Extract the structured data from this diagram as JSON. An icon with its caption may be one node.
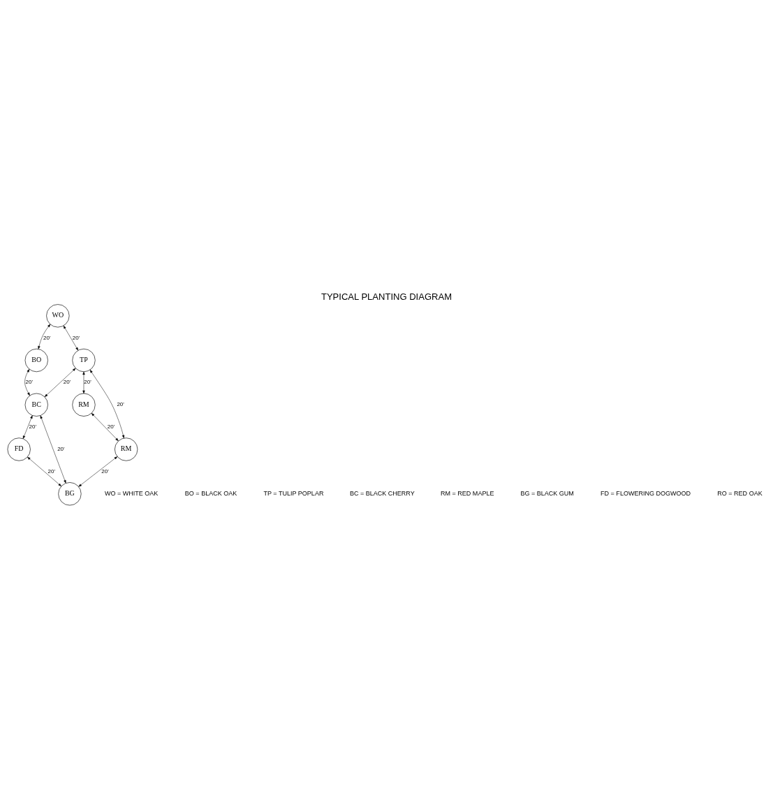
{
  "diagram": {
    "title": "TYPICAL PLANTING DIAGRAM",
    "nodes": [
      {
        "text": [
          "BO"
        ]
      },
      {
        "text": [
          "WO"
        ]
      },
      {
        "text": [
          "BC"
        ]
      },
      {
        "text": [
          "FD"
        ]
      },
      {
        "text": [
          "TP"
        ]
      },
      {
        "text": [
          "BG"
        ]
      },
      {
        "text": [
          "RM"
        ]
      },
      {
        "text": [
          "RM"
        ]
      }
    ],
    "edges": [
      {
        "from": 1,
        "to": 0,
        "arrow": "both",
        "label": "20'"
      },
      {
        "from": 0,
        "to": 2,
        "arrow": "both",
        "label": "20'"
      },
      {
        "from": 1,
        "to": 4,
        "arrow": "both",
        "label": "20'"
      },
      {
        "from": 4,
        "to": 2,
        "arrow": "both",
        "label": "20'"
      },
      {
        "from": 2,
        "to": 3,
        "arrow": "both",
        "label": "20'"
      },
      {
        "from": 2,
        "to": 5,
        "arrow": "both",
        "label": "20'"
      },
      {
        "from": 3,
        "to": 5,
        "arrow": "both",
        "label": "20'"
      },
      {
        "from": 4,
        "to": 6,
        "arrow": "both",
        "label": "20'"
      },
      {
        "from": 4,
        "to": 7,
        "arrow": "both",
        "label": "20'"
      },
      {
        "from": 6,
        "to": 7,
        "arrow": "both",
        "label": "20'"
      },
      {
        "from": 7,
        "to": 5,
        "arrow": "both",
        "label": "20'"
      }
    ],
    "labels": [
      "WO = WHITE OAK",
      "BO = BLACK OAK",
      "TP = TULIP POPLAR",
      "BC = BLACK CHERRY",
      "RM = RED MAPLE",
      "BG = BLACK GUM",
      "FD = FLOWERING DOGWOOD",
      "RO = RED OAK"
    ]
  }
}
